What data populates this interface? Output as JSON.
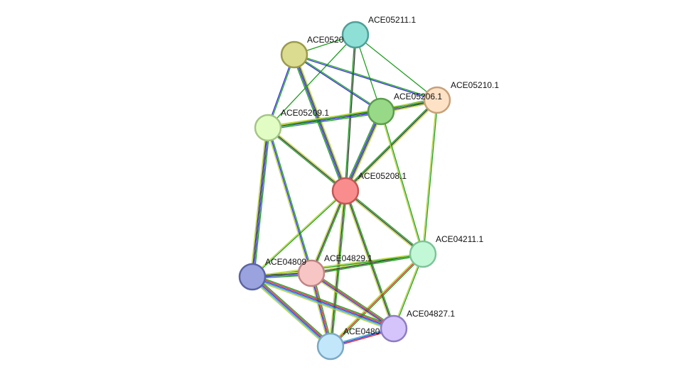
{
  "network": {
    "nodes": [
      {
        "id": "ACE05208.1",
        "label": "ACE05208.1",
        "fill": "#f98d8d",
        "stroke": "#c45555"
      },
      {
        "id": "ACE05211.1",
        "label": "ACE05211.1",
        "fill": "#8edfd5",
        "stroke": "#4f9f98"
      },
      {
        "id": "ACE0520",
        "label": "ACE0520",
        "fill": "#dcdc90",
        "stroke": "#9a9a4c"
      },
      {
        "id": "ACE05206.1",
        "label": "ACE05206.1",
        "fill": "#97d987",
        "stroke": "#5c9c4f"
      },
      {
        "id": "ACE05210.1",
        "label": "ACE05210.1",
        "fill": "#fde2c6",
        "stroke": "#c7a07a"
      },
      {
        "id": "ACE05209.1",
        "label": "ACE05209.1",
        "fill": "#e2fdc4",
        "stroke": "#a3c684"
      },
      {
        "id": "ACE04211.1",
        "label": "ACE04211.1",
        "fill": "#c3f8d6",
        "stroke": "#7fc39a"
      },
      {
        "id": "ACE04829.1",
        "label": "ACE04829.1",
        "fill": "#f8c5c5",
        "stroke": "#c08484"
      },
      {
        "id": "ACE04809",
        "label": "ACE04809",
        "fill": "#9aa3de",
        "stroke": "#5a64a6"
      },
      {
        "id": "ACE04827.1",
        "label": "ACE04827.1",
        "fill": "#d4c4fb",
        "stroke": "#8f7dc0"
      },
      {
        "id": "ACE0480",
        "label": "ACE0480",
        "fill": "#c2e6fa",
        "stroke": "#7aa9c4"
      }
    ],
    "edges": [
      {
        "source": "ACE05208.1",
        "target": "ACE05211.1",
        "colors": [
          "#1f9e1f",
          "#333333"
        ]
      },
      {
        "source": "ACE05208.1",
        "target": "ACE0520",
        "colors": [
          "#1f9e1f",
          "#2b2bdc",
          "#333333",
          "#b8d43a"
        ]
      },
      {
        "source": "ACE05208.1",
        "target": "ACE05206.1",
        "colors": [
          "#1f9e1f",
          "#2b2bdc",
          "#333333",
          "#b8d43a"
        ]
      },
      {
        "source": "ACE05208.1",
        "target": "ACE05210.1",
        "colors": [
          "#1f9e1f",
          "#333333",
          "#b8d43a"
        ]
      },
      {
        "source": "ACE05208.1",
        "target": "ACE05209.1",
        "colors": [
          "#1f9e1f",
          "#333333",
          "#b8d43a"
        ]
      },
      {
        "source": "ACE05208.1",
        "target": "ACE04211.1",
        "colors": [
          "#1f9e1f",
          "#333333",
          "#b8d43a"
        ]
      },
      {
        "source": "ACE05208.1",
        "target": "ACE04829.1",
        "colors": [
          "#1f9e1f",
          "#333333",
          "#b8d43a"
        ]
      },
      {
        "source": "ACE05208.1",
        "target": "ACE04809",
        "colors": [
          "#1f9e1f",
          "#b8d43a"
        ]
      },
      {
        "source": "ACE05208.1",
        "target": "ACE04827.1",
        "colors": [
          "#1f9e1f",
          "#333333",
          "#b8d43a"
        ]
      },
      {
        "source": "ACE05208.1",
        "target": "ACE0480",
        "colors": [
          "#1f9e1f",
          "#333333",
          "#b8d43a"
        ]
      },
      {
        "source": "ACE05211.1",
        "target": "ACE0520",
        "colors": [
          "#1f9e1f"
        ]
      },
      {
        "source": "ACE05211.1",
        "target": "ACE05206.1",
        "colors": [
          "#1f9e1f"
        ]
      },
      {
        "source": "ACE05211.1",
        "target": "ACE05210.1",
        "colors": [
          "#1f9e1f"
        ]
      },
      {
        "source": "ACE05211.1",
        "target": "ACE05209.1",
        "colors": [
          "#1f9e1f"
        ]
      },
      {
        "source": "ACE0520",
        "target": "ACE05206.1",
        "colors": [
          "#1f9e1f",
          "#2b2bdc"
        ]
      },
      {
        "source": "ACE0520",
        "target": "ACE05210.1",
        "colors": [
          "#1f9e1f",
          "#2b2bdc"
        ]
      },
      {
        "source": "ACE0520",
        "target": "ACE05209.1",
        "colors": [
          "#1f9e1f",
          "#2b2bdc"
        ]
      },
      {
        "source": "ACE05206.1",
        "target": "ACE05210.1",
        "colors": [
          "#1f9e1f",
          "#2b2bdc",
          "#333333",
          "#b8d43a"
        ]
      },
      {
        "source": "ACE05206.1",
        "target": "ACE05209.1",
        "colors": [
          "#1f9e1f",
          "#2b2bdc",
          "#333333",
          "#b8d43a"
        ]
      },
      {
        "source": "ACE05206.1",
        "target": "ACE04211.1",
        "colors": [
          "#1f9e1f",
          "#b8d43a"
        ]
      },
      {
        "source": "ACE05210.1",
        "target": "ACE05209.1",
        "colors": [
          "#1f9e1f",
          "#b8d43a"
        ]
      },
      {
        "source": "ACE05210.1",
        "target": "ACE04211.1",
        "colors": [
          "#1f9e1f",
          "#b8d43a"
        ]
      },
      {
        "source": "ACE05209.1",
        "target": "ACE04809",
        "colors": [
          "#1f9e1f",
          "#2b2bdc",
          "#333333",
          "#b8d43a"
        ]
      },
      {
        "source": "ACE05209.1",
        "target": "ACE04829.1",
        "colors": [
          "#1f9e1f",
          "#2b2bdc",
          "#b8d43a"
        ]
      },
      {
        "source": "ACE04211.1",
        "target": "ACE04829.1",
        "colors": [
          "#1f9e1f",
          "#333333",
          "#b8d43a"
        ]
      },
      {
        "source": "ACE04211.1",
        "target": "ACE04809",
        "colors": [
          "#1f9e1f",
          "#b8d43a"
        ]
      },
      {
        "source": "ACE04211.1",
        "target": "ACE04827.1",
        "colors": [
          "#1f9e1f",
          "#b8d43a"
        ]
      },
      {
        "source": "ACE04211.1",
        "target": "ACE0480",
        "colors": [
          "#1f9e1f",
          "#d62a2a",
          "#b8d43a"
        ]
      },
      {
        "source": "ACE04829.1",
        "target": "ACE04809",
        "colors": [
          "#1f9e1f",
          "#2b2bdc",
          "#333333",
          "#b8d43a"
        ]
      },
      {
        "source": "ACE04829.1",
        "target": "ACE04827.1",
        "colors": [
          "#1f9e1f",
          "#d62a2a",
          "#2b2bdc",
          "#b8d43a"
        ]
      },
      {
        "source": "ACE04829.1",
        "target": "ACE0480",
        "colors": [
          "#1f9e1f",
          "#d62a2a",
          "#2b2bdc",
          "#b8d43a"
        ]
      },
      {
        "source": "ACE04809",
        "target": "ACE04827.1",
        "colors": [
          "#1f9e1f",
          "#d62a2a",
          "#2b2bdc",
          "#2aa8c8",
          "#b8d43a"
        ]
      },
      {
        "source": "ACE04809",
        "target": "ACE0480",
        "colors": [
          "#1f9e1f",
          "#d62a2a",
          "#2b2bdc",
          "#2aa8c8",
          "#b8d43a"
        ]
      },
      {
        "source": "ACE04827.1",
        "target": "ACE0480",
        "colors": [
          "#d62a2a",
          "#2b2bdc",
          "#2aa8c8"
        ]
      }
    ]
  }
}
